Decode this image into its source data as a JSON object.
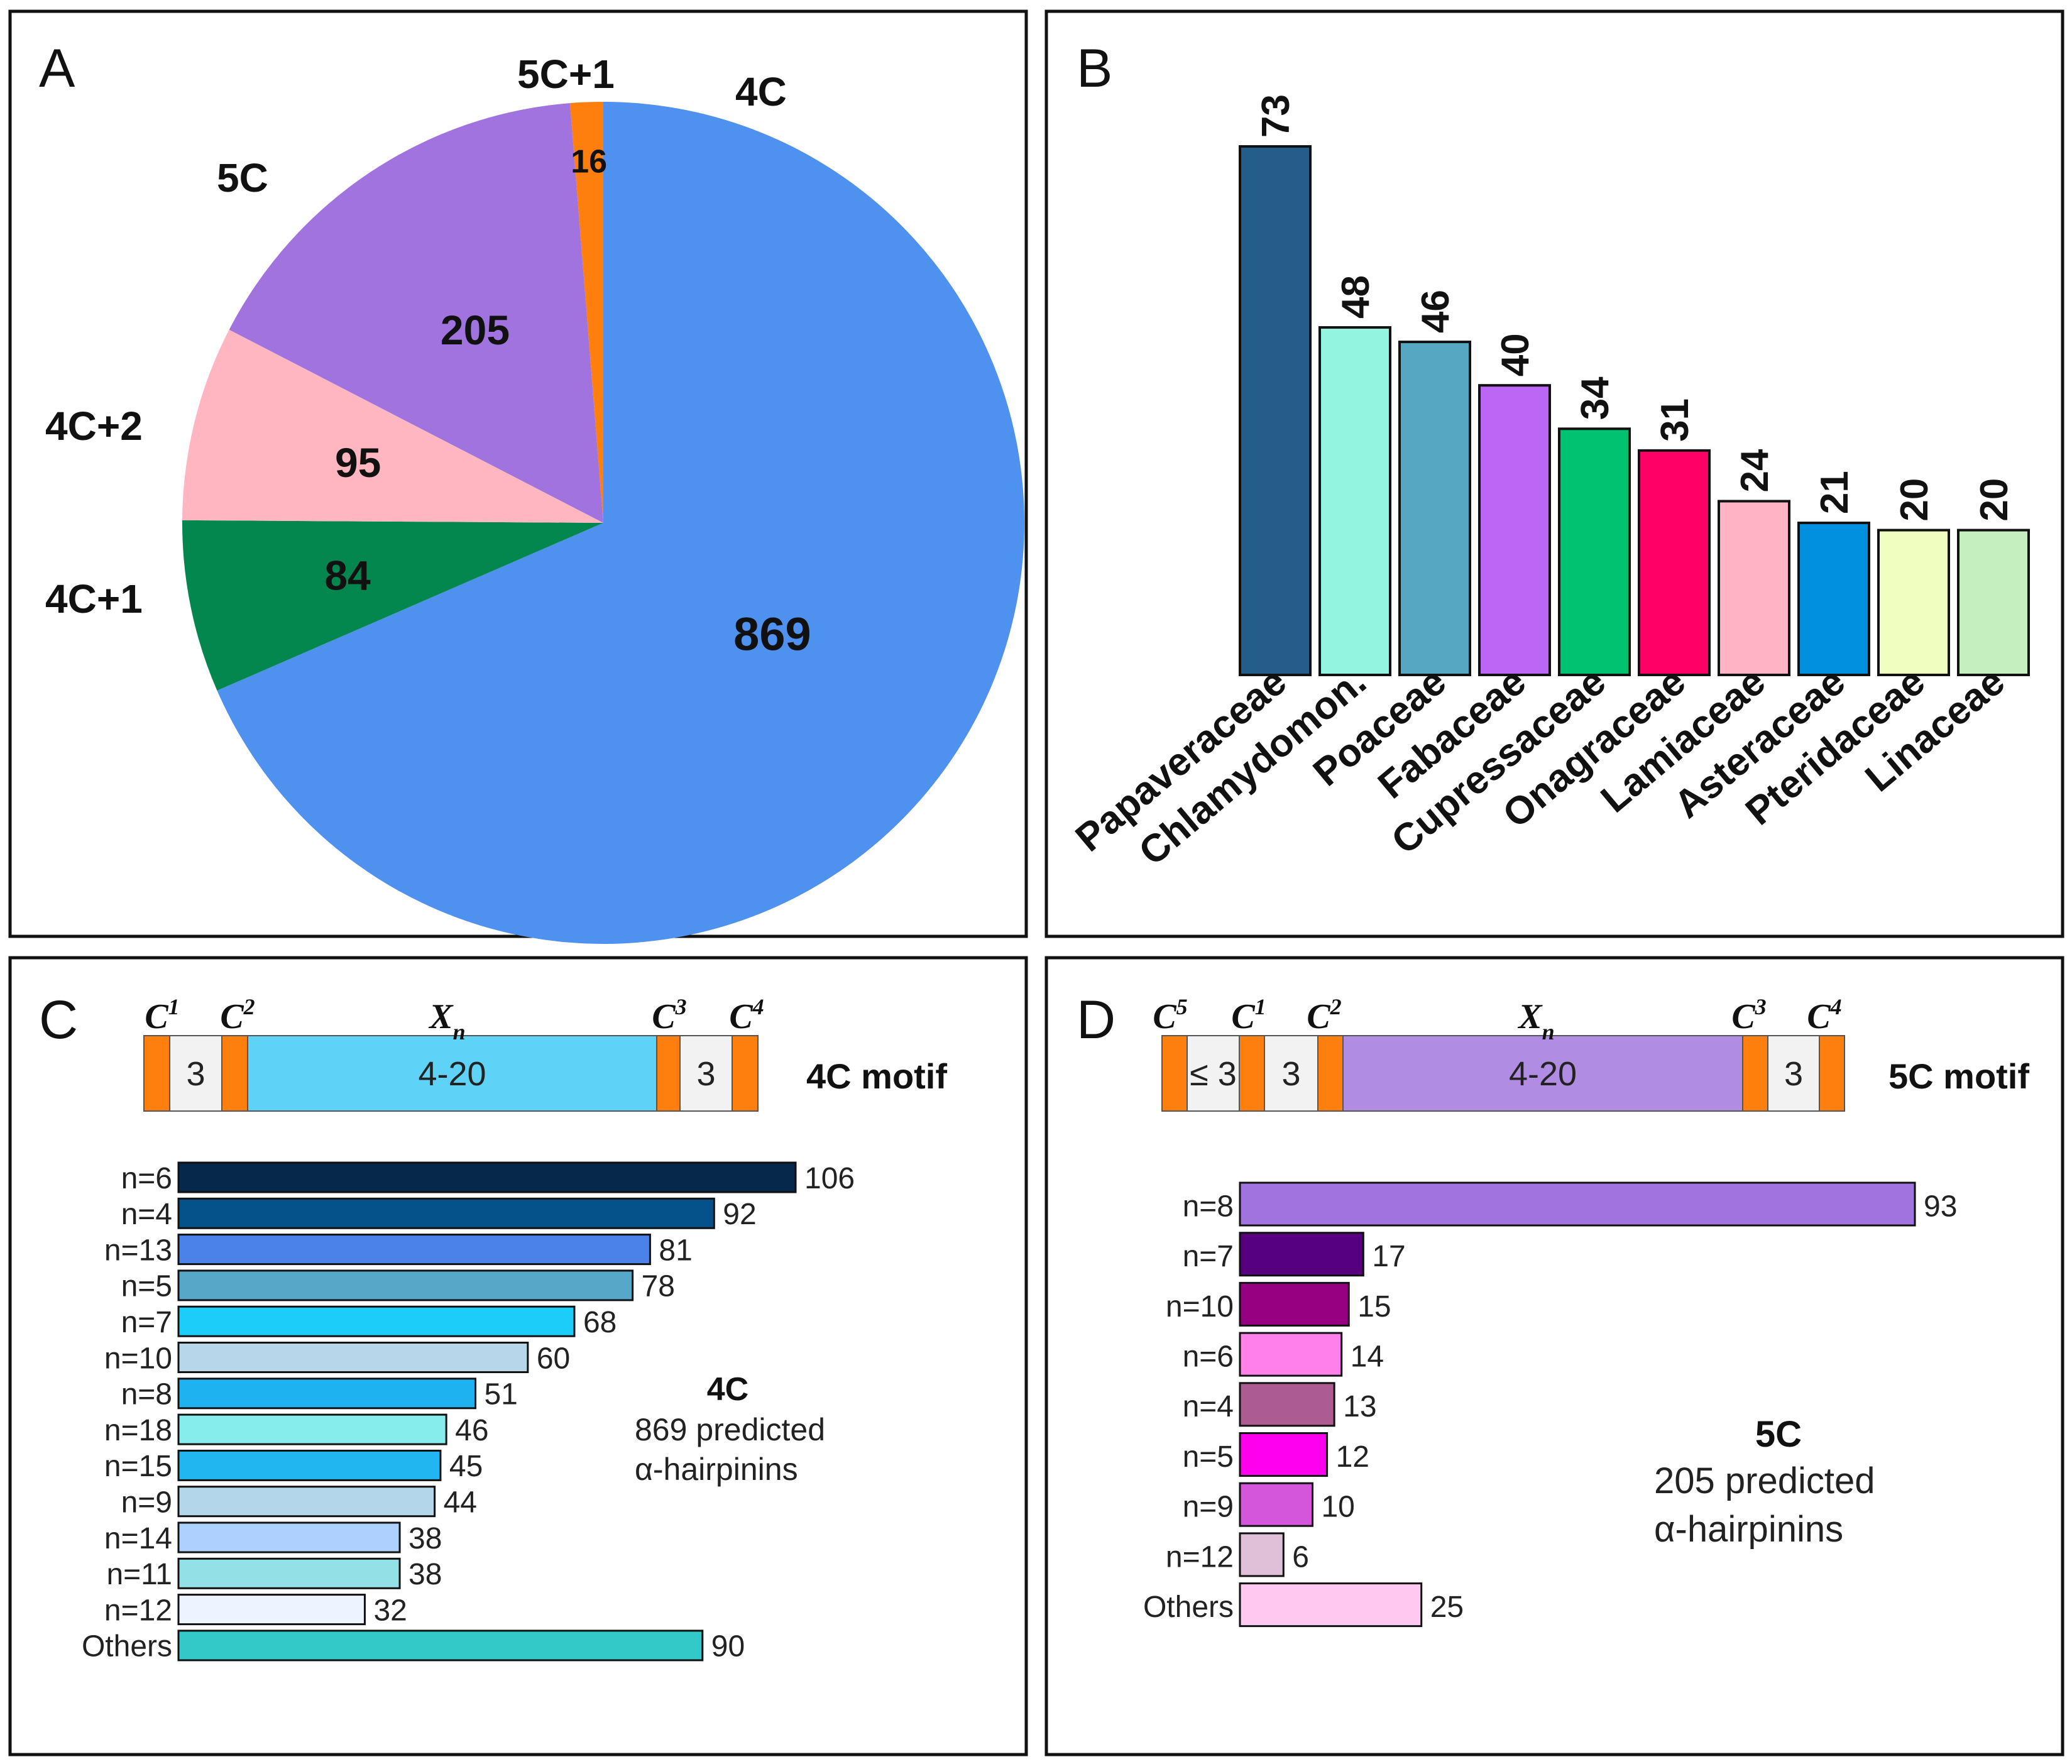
{
  "panels": {
    "a": {
      "letter": "A"
    },
    "b": {
      "letter": "B"
    },
    "c": {
      "letter": "C"
    },
    "d": {
      "letter": "D"
    }
  },
  "motif_4c": {
    "title": "4C motif",
    "labels": [
      "C",
      "C",
      "X",
      "C",
      "C"
    ],
    "sups": [
      "1",
      "2",
      "n",
      "3",
      "4"
    ],
    "segments": [
      "3",
      "4-20",
      "3"
    ],
    "colors": {
      "cys": "#ff7f0e",
      "spacer": "#f2f2f2",
      "loop": "#5fd3f7"
    }
  },
  "motif_5c": {
    "title": "5C motif",
    "labels": [
      "C",
      "C",
      "C",
      "X",
      "C",
      "C"
    ],
    "sups": [
      "5",
      "1",
      "2",
      "n",
      "3",
      "4"
    ],
    "segments": [
      "≤ 3",
      "3",
      "4-20",
      "3"
    ],
    "colors": {
      "cys": "#ff7f0e",
      "spacer": "#f2f2f2",
      "loop": "#b08de3"
    }
  },
  "annotations": {
    "c": {
      "title": "4C",
      "line1": "869 predicted",
      "line2": "α-hairpinins"
    },
    "d": {
      "title": "5C",
      "line1": "205 predicted",
      "line2": "α-hairpinins"
    }
  },
  "chart_data": [
    {
      "type": "pie",
      "panel": "A",
      "slices": [
        {
          "label": "4C",
          "value": 869,
          "color": "#4f91ef"
        },
        {
          "label": "4C+1",
          "value": 84,
          "color": "#03874f"
        },
        {
          "label": "4C+2",
          "value": 95,
          "color": "#ffb6c1"
        },
        {
          "label": "5C",
          "value": 205,
          "color": "#a073df"
        },
        {
          "label": "5C+1",
          "value": 16,
          "color": "#ff7f0e"
        }
      ]
    },
    {
      "type": "bar",
      "panel": "B",
      "categories": [
        "Papaveraceae",
        "Chlamydomon.",
        "Poaceae",
        "Fabaceae",
        "Cupressaceae",
        "Onagraceae",
        "Lamiaceae",
        "Asteraceae",
        "Pteridaceae",
        "Linaceae"
      ],
      "values": [
        73,
        48,
        46,
        40,
        34,
        31,
        24,
        21,
        20,
        20
      ],
      "colors": [
        "#245d8a",
        "#93f5e0",
        "#55a7c2",
        "#bb66f5",
        "#00c270",
        "#ff0066",
        "#ffb3c4",
        "#0090e0",
        "#f0ffc0",
        "#c5efbf"
      ],
      "ylim": [
        0,
        73
      ]
    },
    {
      "type": "bar",
      "orientation": "horizontal",
      "panel": "C",
      "categories": [
        "n=6",
        "n=4",
        "n=13",
        "n=5",
        "n=7",
        "n=10",
        "n=8",
        "n=18",
        "n=15",
        "n=9",
        "n=14",
        "n=11",
        "n=12",
        "Others"
      ],
      "values": [
        106,
        92,
        81,
        78,
        68,
        60,
        51,
        46,
        45,
        44,
        38,
        38,
        32,
        90
      ],
      "colors": [
        "#06284a",
        "#045289",
        "#4a82ea",
        "#57a8c8",
        "#1ccdfa",
        "#b7d6ea",
        "#1eb2f0",
        "#87ecec",
        "#22b6f0",
        "#b3d6ea",
        "#aed0ff",
        "#93e0e6",
        "#eef4ff",
        "#33c9c9"
      ]
    },
    {
      "type": "bar",
      "orientation": "horizontal",
      "panel": "D",
      "categories": [
        "n=8",
        "n=7",
        "n=10",
        "n=6",
        "n=4",
        "n=5",
        "n=9",
        "n=12",
        "Others"
      ],
      "values": [
        93,
        17,
        15,
        14,
        13,
        12,
        10,
        6,
        25
      ],
      "colors": [
        "#a073df",
        "#560080",
        "#970080",
        "#ff80e8",
        "#ad5c91",
        "#ff00ee",
        "#d457db",
        "#e0c0d8",
        "#ffc8f0"
      ]
    }
  ]
}
